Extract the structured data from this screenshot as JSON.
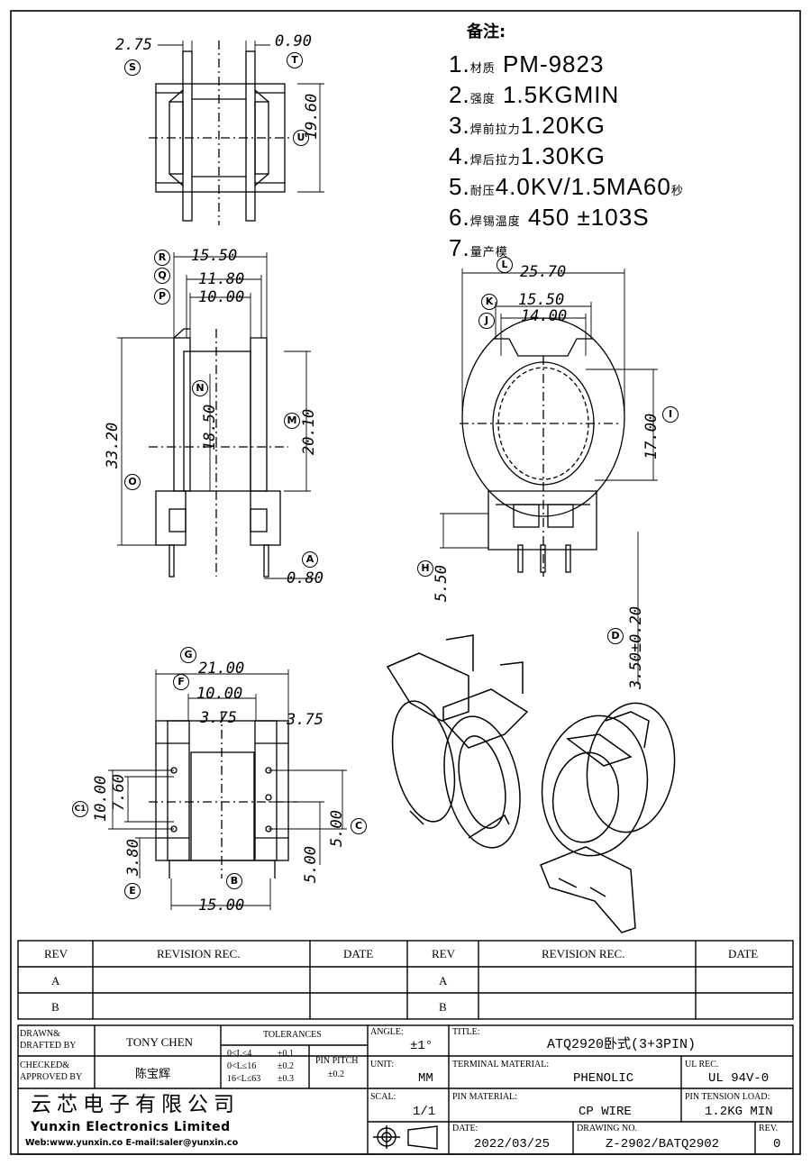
{
  "notes": {
    "header": "备注:",
    "items": [
      {
        "num": "1.",
        "label": "材质",
        "value": "PM-9823"
      },
      {
        "num": "2.",
        "label": "强度",
        "value": "1.5KGMIN"
      },
      {
        "num": "3.",
        "label": "焊前拉力",
        "value": "1.20KG"
      },
      {
        "num": "4.",
        "label": "焊后拉力",
        "value": "1.30KG"
      },
      {
        "num": "5.",
        "label": "耐压",
        "value": "4.0KV/1.5MA60",
        "suffix": "秒"
      },
      {
        "num": "6.",
        "label": "焊锡温度",
        "value": "450 ±103S"
      },
      {
        "num": "7.",
        "label": "量产模",
        "value": ""
      }
    ]
  },
  "dims": {
    "s": "2.75",
    "t": "0.90",
    "u": "19.60",
    "r": "15.50",
    "q": "11.80",
    "p": "10.00",
    "n": "18.50",
    "m": "20.10",
    "o": "33.20",
    "a": "0.80",
    "l": "25.70",
    "k": "15.50",
    "j": "14.00",
    "i": "17.00",
    "h": "5.50",
    "d": "3.50±0.20",
    "g": "21.00",
    "f": "10.00",
    "f1": "3.75",
    "f2": "3.75",
    "c1a": "10.00",
    "c1b": "7.60",
    "c": "5.00",
    "c2": "5.00",
    "e": "3.80",
    "b": "15.00"
  },
  "markers": [
    "S",
    "T",
    "U",
    "R",
    "Q",
    "P",
    "N",
    "M",
    "O",
    "A",
    "L",
    "K",
    "J",
    "I",
    "H",
    "D",
    "G",
    "F",
    "C1",
    "C",
    "E",
    "B"
  ],
  "revision": {
    "headers": [
      "REV",
      "REVISION REC.",
      "DATE",
      "REV",
      "REVISION REC.",
      "DATE"
    ],
    "rows": [
      [
        "A",
        "",
        "",
        "A",
        "",
        ""
      ],
      [
        "B",
        "",
        "",
        "B",
        "",
        ""
      ]
    ]
  },
  "title_block": {
    "drawn_label": "DRAWN&",
    "drafted_label": "DRAFTED BY",
    "drawn_value": "TONY CHEN",
    "checked_label": "CHECKED&",
    "approved_label": "APPROVED BY",
    "checked_value": "陈宝辉",
    "tolerances_label": "TOLERANCES",
    "tol_rows": [
      {
        "range": "0<L≤4",
        "tol": "±0.1"
      },
      {
        "range": "0<L≤16",
        "tol": "±0.2"
      },
      {
        "range": "16<L≤63",
        "tol": "±0.3"
      }
    ],
    "pin_pitch_label": "PIN PITCH",
    "pin_pitch_value": "±0.2",
    "angle_label": "ANGLE:",
    "angle_value": "±1°",
    "unit_label": "UNIT:",
    "unit_value": "MM",
    "scale_label": "SCAL:",
    "scale_value": "1/1",
    "title_label": "TITLE:",
    "title_value": "ATQ2920卧式(3+3PIN)",
    "terminal_label": "TERMINAL MATERIAL:",
    "terminal_value": "PHENOLIC",
    "ul_label": "UL REC.",
    "ul_value": "UL 94V-0",
    "pin_mat_label": "PIN MATERIAL:",
    "pin_mat_value": "CP WIRE",
    "tension_label": "PIN TENSION LOAD:",
    "tension_value": "1.2KG MIN",
    "date_label": "DATE:",
    "date_value": "2022/03/25",
    "drawing_label": "DRAWING NO.",
    "drawing_value": "Z-2902/BATQ2902",
    "rev_label": "REV.",
    "rev_value": "0",
    "company_cn": "云芯电子有限公司",
    "company_en": "Yunxin Electronics Limited",
    "company_web": "Web:www.yunxin.co E-mail:saler@yunxin.co"
  }
}
